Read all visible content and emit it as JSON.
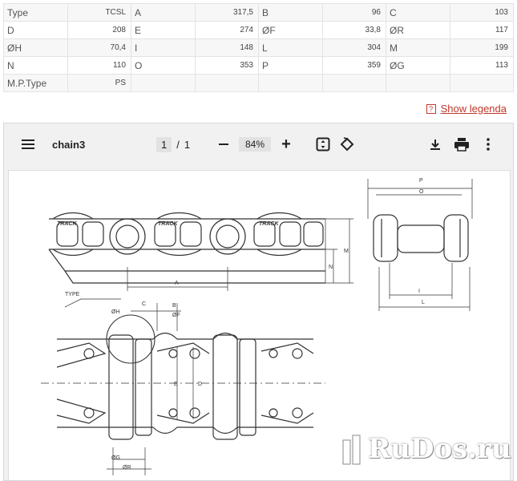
{
  "spec_rows": [
    [
      {
        "k": "Type",
        "v": "TCSL"
      },
      {
        "k": "A",
        "v": "317,5"
      },
      {
        "k": "B",
        "v": "96"
      },
      {
        "k": "C",
        "v": "103"
      }
    ],
    [
      {
        "k": "D",
        "v": "208"
      },
      {
        "k": "E",
        "v": "274"
      },
      {
        "k": "ØF",
        "v": "33,8"
      },
      {
        "k": "ØR",
        "v": "117"
      }
    ],
    [
      {
        "k": "ØH",
        "v": "70,4"
      },
      {
        "k": "I",
        "v": "148"
      },
      {
        "k": "L",
        "v": "304"
      },
      {
        "k": "M",
        "v": "199"
      }
    ],
    [
      {
        "k": "N",
        "v": "110"
      },
      {
        "k": "O",
        "v": "353"
      },
      {
        "k": "P",
        "v": "359"
      },
      {
        "k": "ØG",
        "v": "113"
      }
    ],
    [
      {
        "k": "M.P.Type",
        "v": "PS"
      },
      {
        "k": "",
        "v": ""
      },
      {
        "k": "",
        "v": ""
      },
      {
        "k": "",
        "v": ""
      }
    ]
  ],
  "legend": {
    "label": "Show legenda",
    "icon": "?"
  },
  "viewer": {
    "title": "chain3",
    "page_current": "1",
    "page_total": "1",
    "page_sep": "/",
    "zoom": "84%"
  },
  "drawing": {
    "brand": "TRACK",
    "labels": {
      "type": "TYPE",
      "A": "A",
      "B": "B",
      "C": "C",
      "D": "D",
      "E": "E",
      "F": "ØF",
      "H": "ØH",
      "G": "ØG",
      "R": "ØR",
      "I": "I",
      "L": "L",
      "M": "M",
      "N": "N",
      "O": "O",
      "P": "P"
    }
  },
  "watermark": {
    "text": "RuDos.ru"
  }
}
